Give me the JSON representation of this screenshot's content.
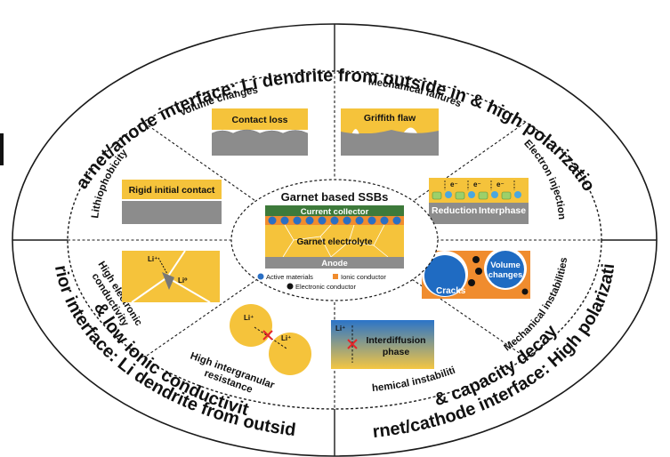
{
  "titles": {
    "top": "Garnet/anode interface: Li dendrite from outside in & high polarization",
    "bottom_left_1": "Interior interface: Li dendrite from outside in",
    "bottom_left_2": "& low ionic conductivity",
    "bottom_right_1": "Garnet/cathode interface: High polarization",
    "bottom_right_2": "& capacity decay"
  },
  "segments": {
    "volume_changes": "Volume changes",
    "mechanical_failures": "Mechanical failures",
    "lithiophobicity": "Lithiophobicity",
    "electron_injection": "Electron injection",
    "high_electronic_conductivity_1": "High electronic",
    "high_electronic_conductivity_2": "conductivity",
    "high_intergranular_resistance_1": "High intergranular",
    "high_intergranular_resistance_2": "resistance",
    "chemical_instabilities": "Chemical instabilities",
    "mechanical_instabilities": "Mechanical instabilities"
  },
  "panels": {
    "contact_loss": "Contact loss",
    "griffith_flaw": "Griffith flaw",
    "rigid_initial_contact": "Rigid initial contact",
    "reduction": "Reduction",
    "interphase": "Interphase",
    "li_plus": "Li⁺",
    "li_zero": "Li⁰",
    "interdiffusion_1": "Interdiffusion",
    "interdiffusion_2": "phase",
    "cracks": "Cracks",
    "volume_1": "Volume",
    "volume_2": "changes",
    "e_minus": "e⁻"
  },
  "center": {
    "title": "Garnet based SSBs",
    "current_collector": "Current collector",
    "electrolyte": "Garnet electrolyte",
    "anode": "Anode",
    "legend_active": "Active materials",
    "legend_ionic": "Ionic conductor",
    "legend_electronic": "Electronic conductor"
  },
  "colors": {
    "yellow": "#f5c33b",
    "gray": "#8c8c8c",
    "blue": "#2a6fc4",
    "orange": "#f08c2e",
    "green": "#3d7a3a"
  }
}
